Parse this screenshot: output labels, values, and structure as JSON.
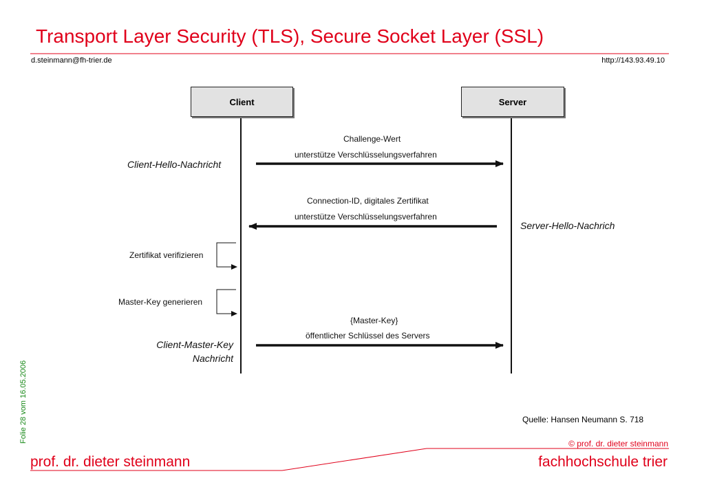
{
  "colors": {
    "accent": "#e0001a",
    "side": "#1a8a1a"
  },
  "slide": {
    "title": "Transport Layer Security (TLS), Secure Socket Layer (SSL)",
    "email": "d.steinmann@fh-trier.de",
    "url": "http://143.93.49.10",
    "side_note": "Folie 28 vom 16.05.2006",
    "source": "Quelle: Hansen Neumann S. 718",
    "copyright": "© prof. dr. dieter steinmann",
    "footer_left": "prof. dr. dieter steinmann",
    "footer_right": "fachhochschule trier"
  },
  "diagram": {
    "client": "Client",
    "server": "Server",
    "msg1_line1": "Challenge-Wert",
    "msg1_line2": "unterstütze Verschlüsselungsverfahren",
    "msg1_name": "Client-Hello-Nachricht",
    "msg2_line1": "Connection-ID, digitales Zertifikat",
    "msg2_line2": "unterstütze Verschlüsselungsverfahren",
    "msg2_name": "Server-Hello-Nachrich",
    "step1": "Zertifikat verifizieren",
    "step2": "Master-Key generieren",
    "msg3_line1": "{Master-Key}",
    "msg3_line2": "öffentlicher Schlüssel des Servers",
    "msg3_name_line1": "Client-Master-Key",
    "msg3_name_line2": "Nachricht"
  }
}
